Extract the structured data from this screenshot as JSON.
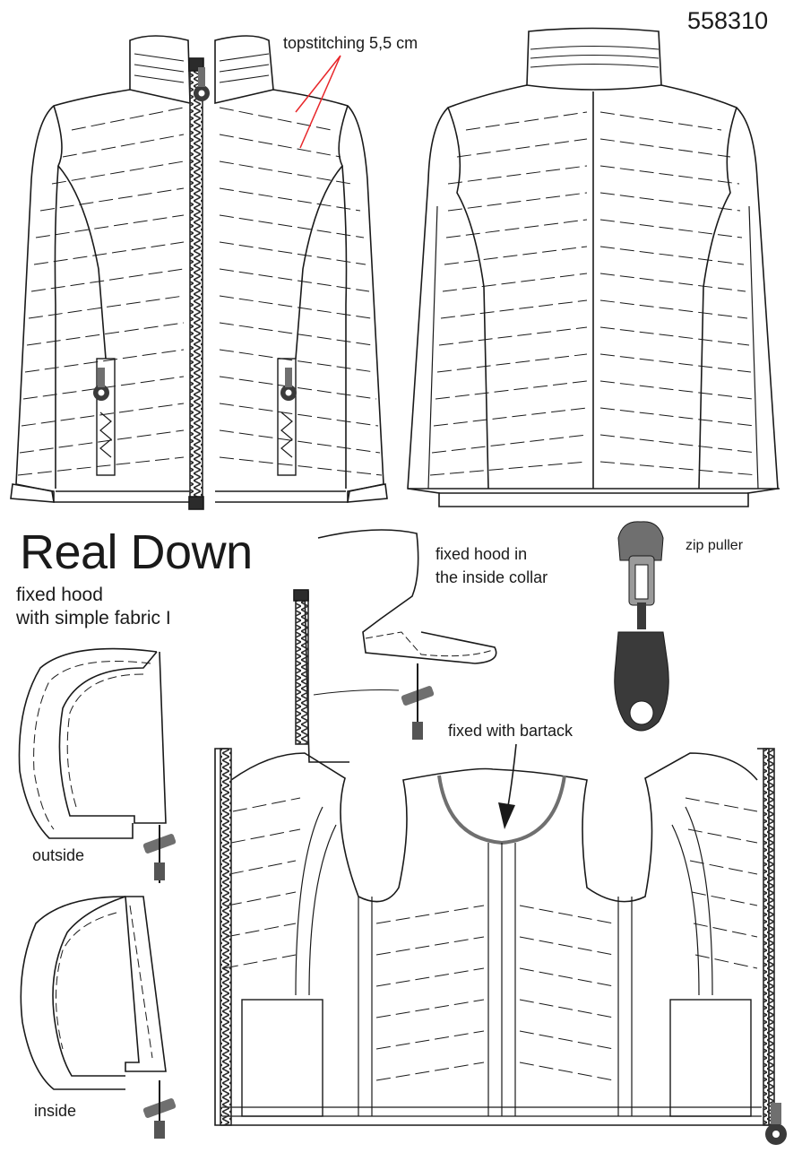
{
  "sheet": {
    "article_number": "558310",
    "title": "Real Down",
    "subtitle_line1": "fixed hood",
    "subtitle_line2": "with simple fabric I"
  },
  "annotations": {
    "topstitching": "topstitching 5,5 cm",
    "hood_collar_line1": "fixed hood in",
    "hood_collar_line2": "the inside collar",
    "zip_puller": "zip puller",
    "bartack": "fixed with bartack",
    "outside": "outside",
    "inside": "inside"
  },
  "colors": {
    "line": "#1a1a1a",
    "leader": "#e8262a",
    "zipper": "#2b2b2b",
    "puller_grey": "#6f6f6f",
    "puller_dark": "#3a3a3a"
  },
  "icons": [
    "zipper-icon",
    "zip-puller-icon",
    "cord-stopper-icon"
  ]
}
